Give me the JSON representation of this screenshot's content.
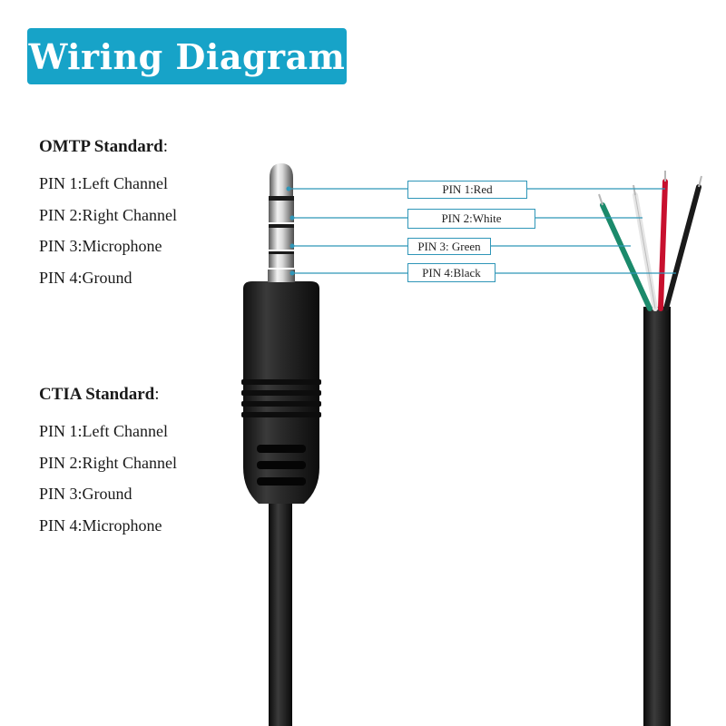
{
  "title": "Wiring Diagram",
  "colors": {
    "banner": "#17a3c8",
    "leader_line": "#2f96b8",
    "wire_red": "#c8102e",
    "wire_white": "#eeeeee",
    "wire_green": "#1b8a6b",
    "wire_black": "#1a1a1a",
    "cable": "#1c1c1c"
  },
  "omtp": {
    "name": "OMTP Standard",
    "colon": ":",
    "pins": [
      "PIN 1:Left Channel",
      "PIN 2:Right Channel",
      "PIN 3:Microphone",
      "PIN 4:Ground"
    ]
  },
  "ctia": {
    "name": "CTIA Standard",
    "colon": ":",
    "pins": [
      "PIN 1:Left Channel",
      "PIN 2:Right Channel",
      "PIN 3:Ground",
      "PIN 4:Microphone"
    ]
  },
  "wire_labels": [
    "PIN 1:Red",
    "PIN 2:White",
    "PIN 3: Green",
    "PIN 4:Black"
  ]
}
